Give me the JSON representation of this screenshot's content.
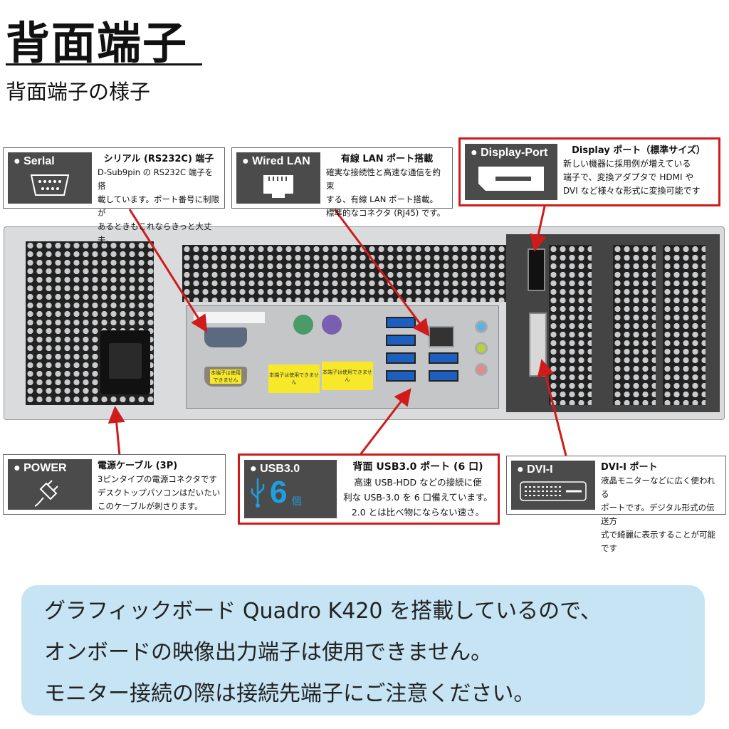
{
  "header": {
    "title": "背面端子",
    "subtitle": "背面端子の様子"
  },
  "callouts": {
    "serial": {
      "badge": "● Serlal",
      "heading": "シリアル (RS232C) 端子",
      "lines": [
        "D-Sub9pin の RS232C 端子を搭",
        "載しています。ポート番号に制限が",
        "あるときもこれならきっと大丈夫。"
      ]
    },
    "lan": {
      "badge": "● Wired LAN",
      "heading": "有線 LAN ポート搭載",
      "lines": [
        "確実な接続性と高速な通信を約束",
        "する、有線 LAN ポート搭載。",
        "標準的なコネクタ (RJ45) です。"
      ]
    },
    "displayport": {
      "badge": "● Display-Port",
      "heading": "Display ポート（標準サイズ）",
      "lines": [
        "新しい機器に採用例が増えている",
        "端子で、変換アダプタで HDMI や",
        "DVI など様々な形式に変換可能です"
      ]
    },
    "power": {
      "badge": "● POWER",
      "heading": "電源ケーブル (3P)",
      "lines": [
        "3ピンタイプの電源コネクタです",
        "デスクトップパソコンはだいたい",
        "このケーブルが刺さります。"
      ]
    },
    "usb": {
      "badge": "● USB3.0",
      "count": "6",
      "unit": "個",
      "heading": "背面 USB3.0 ポート (6 口)",
      "lines": [
        "高速 USB-HDD などの接続に便",
        "利な USB-3.0 を 6 口備えています。",
        "2.0 とは比べ物にならない速さ。"
      ]
    },
    "dvi": {
      "badge": "● DVI-I",
      "heading": "DVI-I ポート",
      "lines": [
        "液晶モニターなどに広く使われる",
        "ポートです。デジタル形式の伝送方",
        "式で綺麗に表示することが可能です"
      ]
    }
  },
  "stickers": [
    "本端子は使用できません",
    "本端子は使用できません",
    "本端子は使用できません"
  ],
  "note": {
    "lines": [
      "グラフィックボード Quadro K420 を搭載しているので、",
      "オンボードの映像出力端子は使用できません。",
      "モニター接続の際は接続先端子にご注意ください。"
    ]
  },
  "colors": {
    "highlight": "#d01b1b",
    "badge": "#4b4b4b",
    "usb_accent": "#1ea0e0",
    "note_bg": "#c7e4f4",
    "sticker": "#f7e92a"
  }
}
